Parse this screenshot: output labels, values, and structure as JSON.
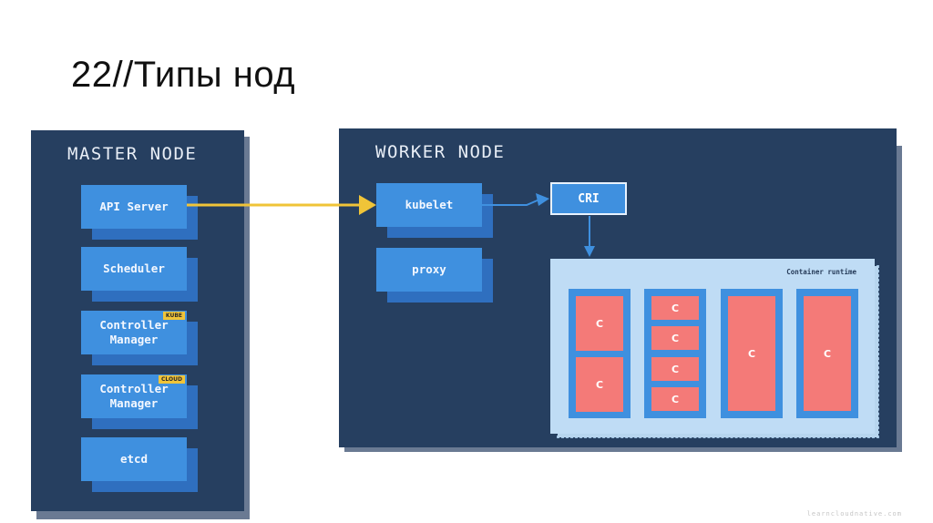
{
  "slide": {
    "title": "22//Типы нод",
    "watermark": "learncloudnative.com"
  },
  "master_node": {
    "title": "MASTER NODE",
    "components": [
      {
        "label": "API Server",
        "tag": null
      },
      {
        "label": "Scheduler",
        "tag": null
      },
      {
        "label": "Controller Manager",
        "line1": "Controller",
        "line2": "Manager",
        "tag": "KUBE"
      },
      {
        "label": "Controller Manager",
        "line1": "Controller",
        "line2": "Manager",
        "tag": "CLOUD"
      },
      {
        "label": "etcd",
        "tag": null
      }
    ]
  },
  "worker_node": {
    "title": "WORKER NODE",
    "components": [
      {
        "label": "kubelet"
      },
      {
        "label": "proxy"
      }
    ],
    "cri": {
      "label": "CRI"
    },
    "container_runtime": {
      "label": "Container runtime",
      "pods": [
        {
          "containers": [
            "C",
            "C"
          ]
        },
        {
          "containers": [
            "C",
            "C",
            "C",
            "C"
          ]
        },
        {
          "containers": [
            "C"
          ]
        },
        {
          "containers": [
            "C"
          ]
        }
      ]
    }
  },
  "connections": [
    {
      "from": "API Server",
      "to": "kubelet",
      "color": "#f0c438"
    },
    {
      "from": "kubelet",
      "to": "CRI",
      "color": "#3f90df"
    },
    {
      "from": "CRI",
      "to": "Container runtime",
      "color": "#3f90df"
    }
  ],
  "colors": {
    "node_bg": "#263f60",
    "component": "#3f90df",
    "container": "#f47a78",
    "runtime_bg": "#bfdcf5",
    "tag": "#f0c438"
  }
}
